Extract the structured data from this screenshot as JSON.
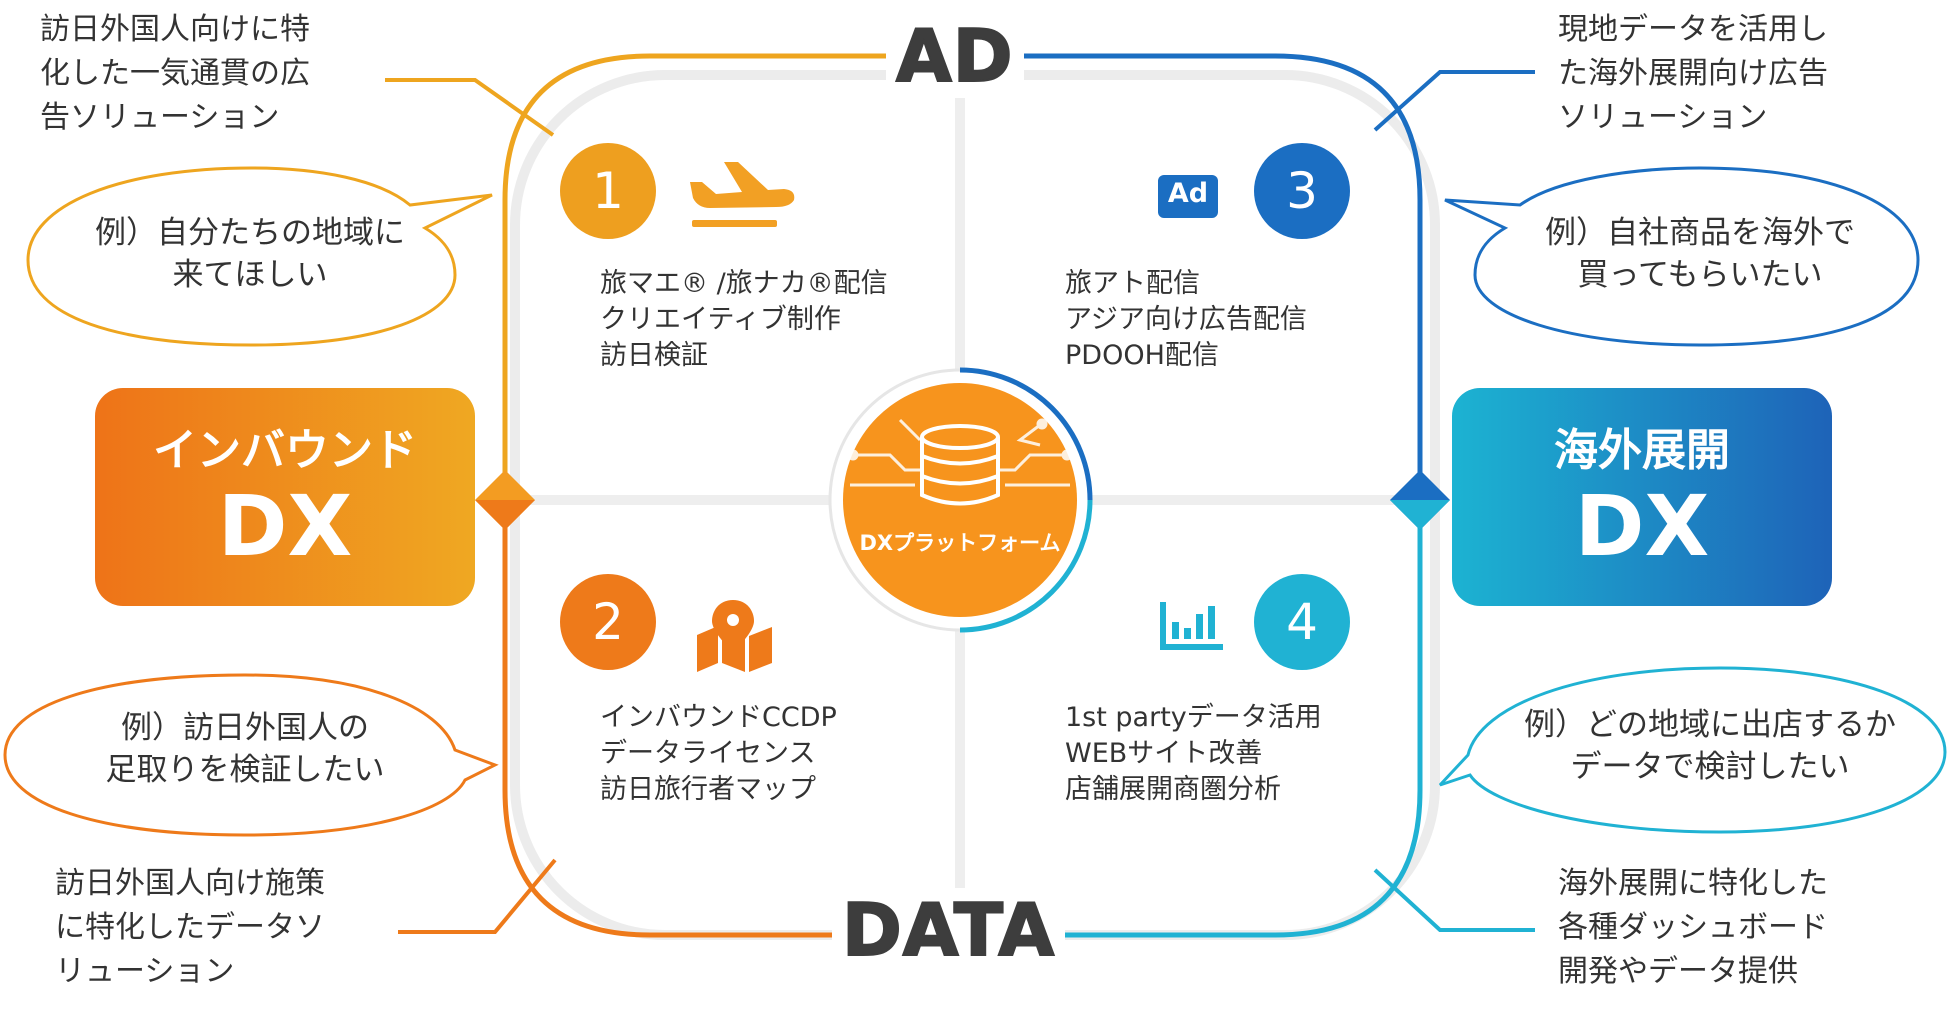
{
  "labels": {
    "ad": "AD",
    "data": "DATA"
  },
  "inbound": {
    "line1": "インバウンド",
    "line2": "DX",
    "color_from": "#EE7318",
    "color_to": "#EFA822"
  },
  "overseas": {
    "line1": "海外展開",
    "line2": "DX",
    "color_from": "#1CB3D2",
    "color_to": "#1E63B8"
  },
  "platform": {
    "label": "DXプラットフォーム",
    "color": "#F7941D"
  },
  "descriptions": {
    "top_left": [
      "訪日外国人向けに特",
      "化した一気通貫の広",
      "告ソリューション"
    ],
    "top_right": [
      "現地データを活用し",
      "た海外展開向け広告",
      "ソリューション"
    ],
    "bottom_left": [
      "訪日外国人向け施策",
      "に特化したデータソ",
      "リューション"
    ],
    "bottom_right": [
      "海外展開に特化した",
      "各種ダッシュボード",
      "開発やデータ提供"
    ]
  },
  "bubbles": {
    "top_left": [
      "例）自分たちの地域に",
      "来てほしい"
    ],
    "top_right": [
      "例）自社商品を海外で",
      "買ってもらいたい"
    ],
    "bottom_left": [
      "例）訪日外国人の",
      "足取りを検証したい"
    ],
    "bottom_right": [
      "例）どの地域に出店するか",
      "データで検討したい"
    ]
  },
  "quadrants": [
    {
      "number": "1",
      "icon": "airplane-icon",
      "color": "#EE9F1F",
      "lines": [
        "旅マエ® /旅ナカ®配信",
        "クリエイティブ制作",
        "訪日検証"
      ]
    },
    {
      "number": "2",
      "icon": "map-pin-icon",
      "color": "#EE7A1A",
      "lines": [
        "インバウンドCCDP",
        "データライセンス",
        "訪日旅行者マップ"
      ]
    },
    {
      "number": "3",
      "icon": "ad-badge-icon",
      "icon_text": "Ad",
      "color": "#1B6EC2",
      "lines": [
        "旅アト配信",
        "アジア向け広告配信",
        "PDOOH配信"
      ]
    },
    {
      "number": "4",
      "icon": "bar-chart-icon",
      "color": "#20B2D3",
      "lines": [
        "1st partyデータ活用",
        "WEBサイト改善",
        "店舗展開商圏分析"
      ]
    }
  ],
  "colors": {
    "orange": "#EE7A1A",
    "amber": "#EEA51F",
    "blue": "#1B6EC2",
    "cyan": "#20B2D3",
    "text": "#333333"
  }
}
